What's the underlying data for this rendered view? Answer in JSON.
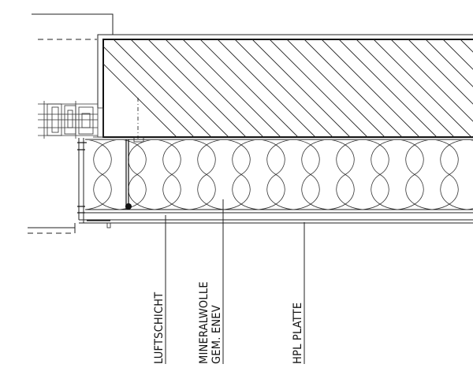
{
  "drawing": {
    "labels": {
      "air_layer": "LUFTSCHICHT",
      "mineral_wool": "MINERALWOLLE",
      "mineral_wool_note": "GEM. ENEV",
      "hpl_panel": "HPL PLATTE"
    }
  }
}
